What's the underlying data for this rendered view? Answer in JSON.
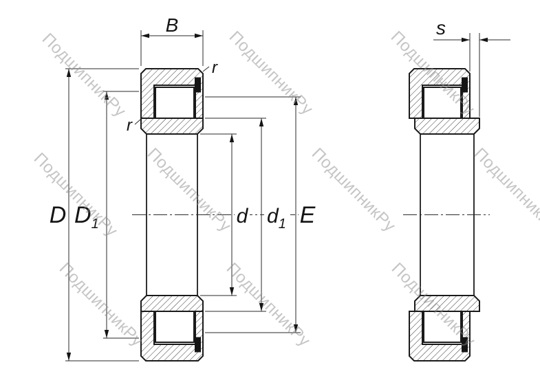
{
  "page": {
    "background": "#ffffff"
  },
  "watermark": {
    "text": "ПодшипникРу",
    "color": "#c5c5c5"
  },
  "drawing": {
    "line_color": "#1b1b1b"
  },
  "dimensions": {
    "B": "B",
    "r_top": "r",
    "r_side": "r",
    "D": "D",
    "D1": {
      "base": "D",
      "sub": "1"
    },
    "d": "d",
    "d1": {
      "base": "d",
      "sub": "1"
    },
    "E": "E",
    "s": "s"
  }
}
